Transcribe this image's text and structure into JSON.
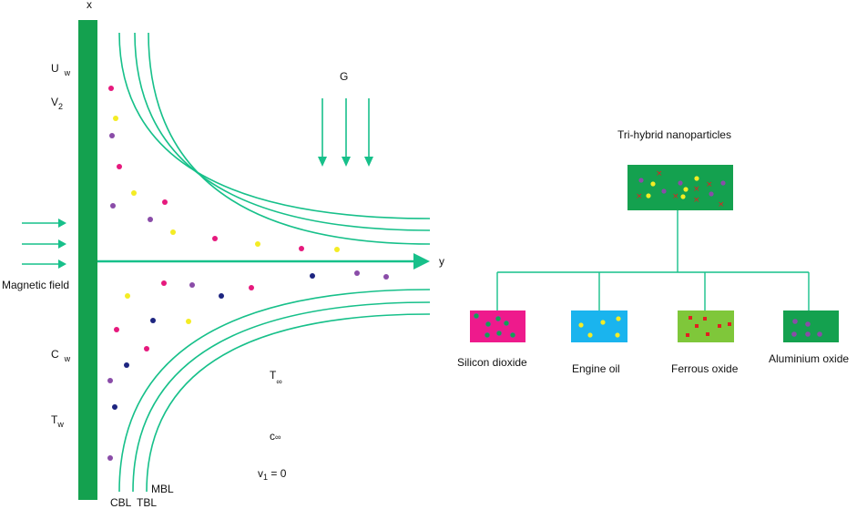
{
  "flow_diagram": {
    "axis_x_label": "x",
    "axis_y_label": "y",
    "wall_labels": {
      "velocity": "U",
      "velocity_sub": "w",
      "suction": "V",
      "suction_sub": "2",
      "concentration": "C",
      "concentration_sub": "w",
      "temperature": "T",
      "temperature_sub": "w"
    },
    "magnetic_field_label": "Magnetic field",
    "gravity_label": "G",
    "far_field": {
      "temperature": "T",
      "temperature_sub": "∞",
      "concentration": "c",
      "concentration_sub": "∞",
      "velocity_main": "v",
      "velocity_sub": "1",
      "velocity_rest": " = 0"
    },
    "boundary_layers": [
      "CBL",
      "TBL",
      "MBL"
    ],
    "colors": {
      "flow": "#17c08a",
      "wall": "#14a14f",
      "magenta": "#e6197d",
      "yellow": "#f4ec24",
      "purple": "#8a4ca8",
      "navy": "#1d2580"
    }
  },
  "nanoparticle_tree": {
    "title": "Tri-hybrid nanoparticles",
    "parent_color": "#14a14f",
    "children": [
      {
        "label": "Silicon dioxide",
        "color": "#ee1a8c"
      },
      {
        "label": "Engine oil",
        "color": "#1ab4ee"
      },
      {
        "label": "Ferrous oxide",
        "color": "#7fc73a"
      },
      {
        "label": "Aluminium oxide",
        "color": "#14a14f"
      }
    ]
  }
}
